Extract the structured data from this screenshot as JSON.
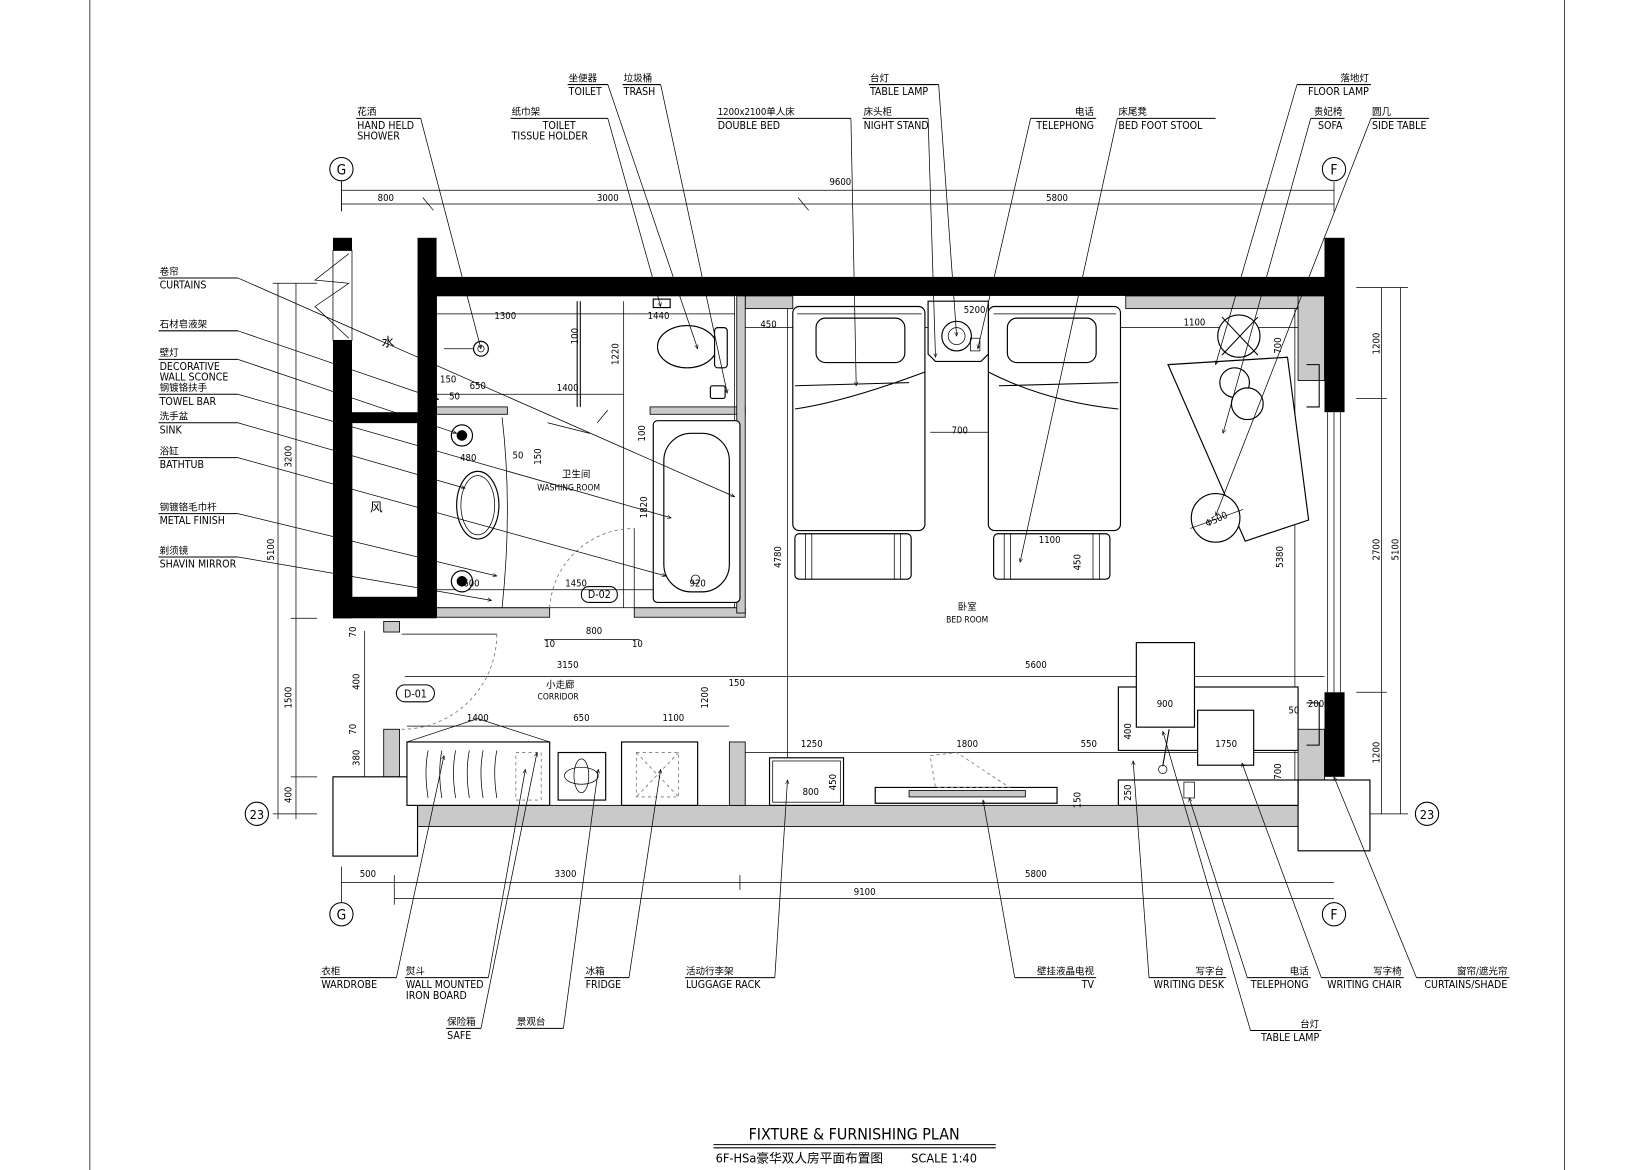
{
  "title": {
    "main": "FIXTURE & FURNISHING PLAN",
    "sub": "6F-HSa豪华双人房平面布置图",
    "scale": "SCALE 1:40"
  },
  "grid": {
    "g": "G",
    "f": "F",
    "axis": "23"
  },
  "rooms": {
    "washing_room_zh": "卫生间",
    "washing_room_en": "WASHING ROOM",
    "bedroom_zh": "卧室",
    "bedroom_en": "BED ROOM",
    "corridor_zh": "小走廊",
    "corridor_en": "CORRIDOR",
    "door_1": "D-01",
    "door_2": "D-02",
    "shaft_water": "水",
    "shaft_air": "风"
  },
  "callouts": [
    {
      "zh": "花洒",
      "en": [
        "HAND HELD",
        "SHOWER"
      ]
    },
    {
      "zh": "纸巾架",
      "en": [
        "TOILET",
        "TISSUE HOLDER"
      ]
    },
    {
      "zh": "坐便器",
      "en": [
        "TOILET"
      ]
    },
    {
      "zh": "垃圾桶",
      "en": [
        "TRASH"
      ]
    },
    {
      "zh": "1200x2100单人床",
      "en": [
        "DOUBLE BED"
      ]
    },
    {
      "zh": "床头柜",
      "en": [
        "NIGHT STAND"
      ]
    },
    {
      "zh": "台灯",
      "en": [
        "TABLE LAMP"
      ]
    },
    {
      "zh": "电话",
      "en": [
        "TELEPHONG"
      ]
    },
    {
      "zh": "床尾凳",
      "en": [
        "BED FOOT STOOL"
      ]
    },
    {
      "zh": "落地灯",
      "en": [
        "FLOOR LAMP"
      ]
    },
    {
      "zh": "贵妃椅",
      "en": [
        "SOFA"
      ]
    },
    {
      "zh": "圆几",
      "en": [
        "SIDE TABLE"
      ]
    },
    {
      "zh": "卷帘",
      "en": [
        "CURTAINS"
      ]
    },
    {
      "zh": "石材皂液架",
      "en": []
    },
    {
      "zh": "壁灯",
      "en": [
        "DECORATIVE",
        "WALL SCONCE"
      ]
    },
    {
      "zh": "钢镀铬扶手",
      "en": [
        "TOWEL BAR"
      ]
    },
    {
      "zh": "洗手盆",
      "en": [
        "SINK"
      ]
    },
    {
      "zh": "浴缸",
      "en": [
        "BATHTUB"
      ]
    },
    {
      "zh": "钢镀铬毛巾杆",
      "en": [
        "METAL FINISH"
      ]
    },
    {
      "zh": "剃须镜",
      "en": [
        "SHAVIN MIRROR"
      ]
    },
    {
      "zh": "衣柜",
      "en": [
        "WARDROBE"
      ]
    },
    {
      "zh": "熨斗",
      "en": [
        "WALL MOUNTED",
        "IRON BOARD"
      ]
    },
    {
      "zh": "保险箱",
      "en": [
        "SAFE"
      ]
    },
    {
      "zh": "景观台",
      "en": []
    },
    {
      "zh": "冰箱",
      "en": [
        "FRIDGE"
      ]
    },
    {
      "zh": "活动行李架",
      "en": [
        "LUGGAGE RACK"
      ]
    },
    {
      "zh": "壁挂液晶电视",
      "en": [
        "TV"
      ]
    },
    {
      "zh": "写字台",
      "en": [
        "WRITING DESK"
      ]
    },
    {
      "zh": "电话",
      "en": [
        "TELEPHONG"
      ]
    },
    {
      "zh": "写字椅",
      "en": [
        "WRITING CHAIR"
      ]
    },
    {
      "zh": "窗帘/遮光帘",
      "en": [
        "CURTAINS/SHADE"
      ]
    },
    {
      "zh": "台灯",
      "en": [
        "TABLE LAMP"
      ]
    }
  ],
  "dimensions": [
    "9600",
    "800",
    "3000",
    "5800",
    "500",
    "3300",
    "5800",
    "9100",
    "3200",
    "5100",
    "1500",
    "400",
    "1200",
    "2700",
    "5100",
    "1200",
    "1300",
    "1440",
    "100",
    "1220",
    "150",
    "650",
    "1400",
    "50",
    "100",
    "150",
    "480",
    "50",
    "1820",
    "600",
    "1450",
    "920",
    "800",
    "10",
    "10",
    "3150",
    "150",
    "5600",
    "1200",
    "70",
    "400",
    "70",
    "380",
    "1400",
    "650",
    "1100",
    "1250",
    "1800",
    "550",
    "800",
    "450",
    "150",
    "900",
    "400",
    "250",
    "1750",
    "700",
    "50",
    "200",
    "450",
    "5200",
    "1100",
    "700",
    "700",
    "4780",
    "5380",
    "Φ500",
    "1100",
    "450"
  ]
}
